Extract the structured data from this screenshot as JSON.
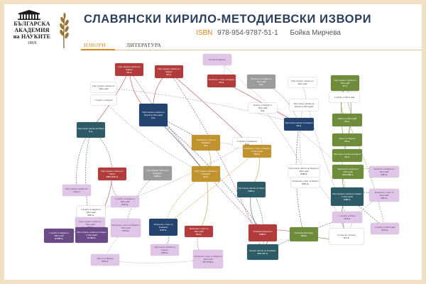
{
  "logo": {
    "lines": [
      "БЪЛГАРСКА",
      "АКАДЕМИЯ",
      "на НАУКИТЕ",
      "1869"
    ]
  },
  "header": {
    "title": "СЛАВЯНСКИ КИРИЛО-МЕТОДИЕВСКИ ИЗВОРИ",
    "isbn_label": "ISBN",
    "isbn": "978-954-9787-51-1",
    "author": "Бойка Мирчева"
  },
  "nav": {
    "tabs": [
      {
        "label": "ИЗВОРИ",
        "active": true
      },
      {
        "label": "ЛИТЕРАТУРА",
        "active": false
      }
    ]
  },
  "colors": {
    "accent": "#d4891e",
    "title": "#2a3f5c",
    "frame_bg": "#f2e0c4",
    "red": "#b23c3c",
    "navy": "#24436f",
    "teal": "#2d5b66",
    "olive": "#6e8c3a",
    "gold": "#c1932e",
    "gray": "#9b9b9b",
    "lilac": "#dfc6e6",
    "purple": "#6a4a87"
  },
  "diagram": {
    "nodes": [
      {
        "id": "n1",
        "color": "lilac",
        "text": "Похвала Кирилу",
        "century": ""
      },
      {
        "id": "n2",
        "color": "red",
        "text": "Пространно житие на Кирил",
        "century": "IX в."
      },
      {
        "id": "n3",
        "color": "red",
        "text": "Пространно житие на Кирил",
        "century": "IX в."
      },
      {
        "id": "n4",
        "color": "red",
        "text": "Похвално слово за Кирил",
        "century": "IX в."
      },
      {
        "id": "n5",
        "color": "gray",
        "text": "Похвала на Кирил и Методий",
        "century": "X в."
      },
      {
        "id": "n6",
        "color": "white",
        "text": "Пространно житие на Методий",
        "century": ""
      },
      {
        "id": "n7",
        "color": "olive",
        "text": "Пространно житие на Методий",
        "century": "IX в."
      },
      {
        "id": "n8",
        "color": "white",
        "text": "Пространно житие на Методий",
        "century": ""
      },
      {
        "id": "n9",
        "color": "white",
        "text": "Служба за Методий",
        "century": ""
      },
      {
        "id": "n10",
        "color": "white",
        "text": "Служба за Кирил",
        "century": ""
      },
      {
        "id": "n11",
        "color": "navy",
        "text": "Пространно житие на Кирил и Методий",
        "century": "X в."
      },
      {
        "id": "n12",
        "color": "white",
        "text": "Канон за Кирил и Методий",
        "century": "X в."
      },
      {
        "id": "n13",
        "color": "white",
        "text": "Проложно житие на Кирил и Методий",
        "century": ""
      },
      {
        "id": "n14",
        "color": "navy",
        "text": "Проложно житие на Кирил",
        "century": "XI в."
      },
      {
        "id": "n15",
        "color": "olive",
        "text": "Канон за Методий",
        "century": "IX в."
      },
      {
        "id": "n16",
        "color": "olive",
        "text": "Канон за Кирил",
        "century": "IX в."
      },
      {
        "id": "n17",
        "color": "teal",
        "text": "Проложно житие на Наум",
        "century": "X в."
      },
      {
        "id": "n18",
        "color": "gold",
        "text": "Похвално слово за Климент",
        "century": "X в."
      },
      {
        "id": "n19",
        "color": "olive",
        "text": "Проложно житие на Кирил",
        "century": "IX в."
      },
      {
        "id": "n20",
        "color": "white",
        "text": "Служба за Климент",
        "century": "X в."
      },
      {
        "id": "n21",
        "color": "gold",
        "text": "Похвално слово за Кирил и Методий",
        "century": "XII в."
      },
      {
        "id": "n22",
        "color": "red",
        "text": "Пространно житие на Наум",
        "century": "XIII-XIV в."
      },
      {
        "id": "n23",
        "color": "gray",
        "text": "Пространно житие на Климент",
        "century": "XIII в."
      },
      {
        "id": "n24",
        "color": "gold",
        "text": "Пространно житие на Климент",
        "century": "XI в."
      },
      {
        "id": "n25",
        "color": "white",
        "text": "Проложно житие на Кирил и Методий",
        "century": "XIII в."
      },
      {
        "id": "n26",
        "color": "olive",
        "text": "Проложно житие на Методий",
        "century": "XII-XIII в."
      },
      {
        "id": "n27",
        "color": "lilac",
        "text": "Похвала за Кирил и Методий",
        "century": "XIV в."
      },
      {
        "id": "n28",
        "color": "lilac",
        "text": "Пространно житие на Кирил",
        "century": ""
      },
      {
        "id": "n29",
        "color": "teal",
        "text": "Проложно житие на Наум",
        "century": "XIII в."
      },
      {
        "id": "n30",
        "color": "lilac",
        "text": "Служба за Кирил и Методий",
        "century": "XIV в."
      },
      {
        "id": "n31",
        "color": "white",
        "text": "Похвално слово за Кирил",
        "century": "XIV в."
      },
      {
        "id": "n32",
        "color": "lilac",
        "text": "Похвално слово за Методий",
        "century": "XIV в."
      },
      {
        "id": "n33",
        "color": "lilac",
        "text": "Служба за Наум",
        "century": "XVI в."
      },
      {
        "id": "n34",
        "color": "teal",
        "text": "Пространно житие на Кирил и Методий",
        "century": "XIII в."
      },
      {
        "id": "n35",
        "color": "white",
        "text": "Служба за Кирил и Методий",
        "century": "XIV в."
      },
      {
        "id": "n36",
        "color": "lilac",
        "text": "Пространно житие на Методий",
        "century": "XV в."
      },
      {
        "id": "n37",
        "color": "purple",
        "text": "Служба за Кирил и Методий",
        "century": "XVIII в."
      },
      {
        "id": "n38",
        "color": "purple",
        "text": "Пространно житие на Кирил и Методий",
        "century": "XVIII в."
      },
      {
        "id": "n39",
        "color": "lilac",
        "text": "Похвално слово за Кирил и Методий",
        "century": "XVI в."
      },
      {
        "id": "n40",
        "color": "navy",
        "text": "Похвално слово за Климент",
        "century": "XVI в."
      },
      {
        "id": "n41",
        "color": "red",
        "text": "Похвално слово за Методий",
        "century": "XII в."
      },
      {
        "id": "n42",
        "color": "red",
        "text": "Успение Кирилово",
        "century": "XIII в."
      },
      {
        "id": "n43",
        "color": "olive",
        "text": "Похвала Методию",
        "century": "XII в."
      },
      {
        "id": "n44",
        "color": "white",
        "text": "Солунска легенда",
        "century": "XV в."
      },
      {
        "id": "n45",
        "color": "lilac",
        "text": "Служба за Методий",
        "century": "XVI в."
      },
      {
        "id": "n46",
        "color": "lilac",
        "text": "Проложно житие на Кирил",
        "century": "XIV в."
      },
      {
        "id": "n47",
        "color": "lilac",
        "text": "Похвално слово за Кирил и Методий",
        "century": "XV-XVI в."
      },
      {
        "id": "n48",
        "color": "teal",
        "text": "Кратко житие на Климент",
        "century": "XIV-XV в."
      },
      {
        "id": "n49",
        "color": "lilac",
        "text": "Канон за Кирил",
        "century": "XIV в."
      }
    ]
  }
}
